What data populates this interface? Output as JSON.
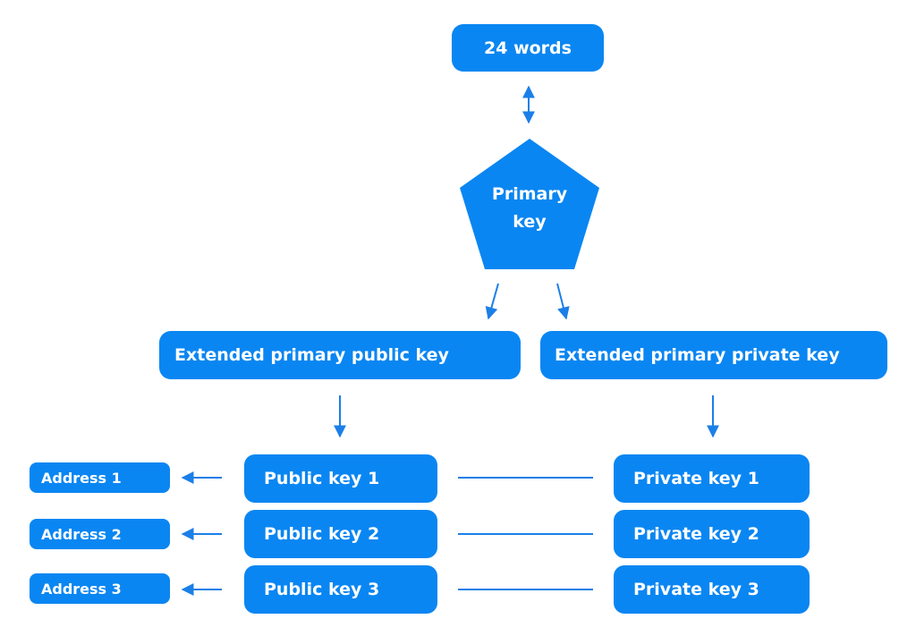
{
  "colors": {
    "primary": "#0a86f2",
    "line": "#1b7fe8",
    "background": "#ffffff"
  },
  "seed": {
    "label": "24 words"
  },
  "primary_key": {
    "line1": "Primary",
    "line2": "key"
  },
  "extended": {
    "public_label": "Extended primary public key",
    "private_label": "Extended primary private key"
  },
  "public_keys": [
    "Public key 1",
    "Public key 2",
    "Public key 3"
  ],
  "private_keys": [
    "Private key 1",
    "Private key 2",
    "Private key 3"
  ],
  "addresses": [
    "Address 1",
    "Address 2",
    "Address 3"
  ]
}
